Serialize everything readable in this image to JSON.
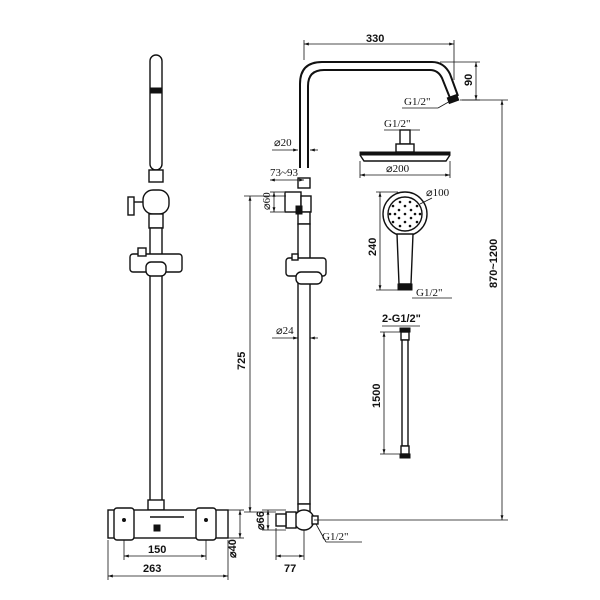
{
  "labels": {
    "arm_width": "330",
    "arm_drop": "90",
    "arm_thread": "G1/2\"",
    "head_thread": "G1/2\"",
    "pipe_dia": "⌀20",
    "bracket_adjust": "73~93",
    "bracket_dia": "⌀60",
    "head_dia": "⌀200",
    "hand_dia": "⌀100",
    "hand_len": "240",
    "hand_thread": "G1/2\"",
    "overall_height": "870~1200",
    "rod_dia": "⌀24",
    "rod_len": "725",
    "hose_thread": "2-G1/2\"",
    "hose_len": "1500",
    "valve_dia": "⌀66",
    "valve_thread": "G1/2\"",
    "valve_depth": "77",
    "valve_height": "⌀40",
    "centers": "150",
    "valve_width": "263"
  }
}
